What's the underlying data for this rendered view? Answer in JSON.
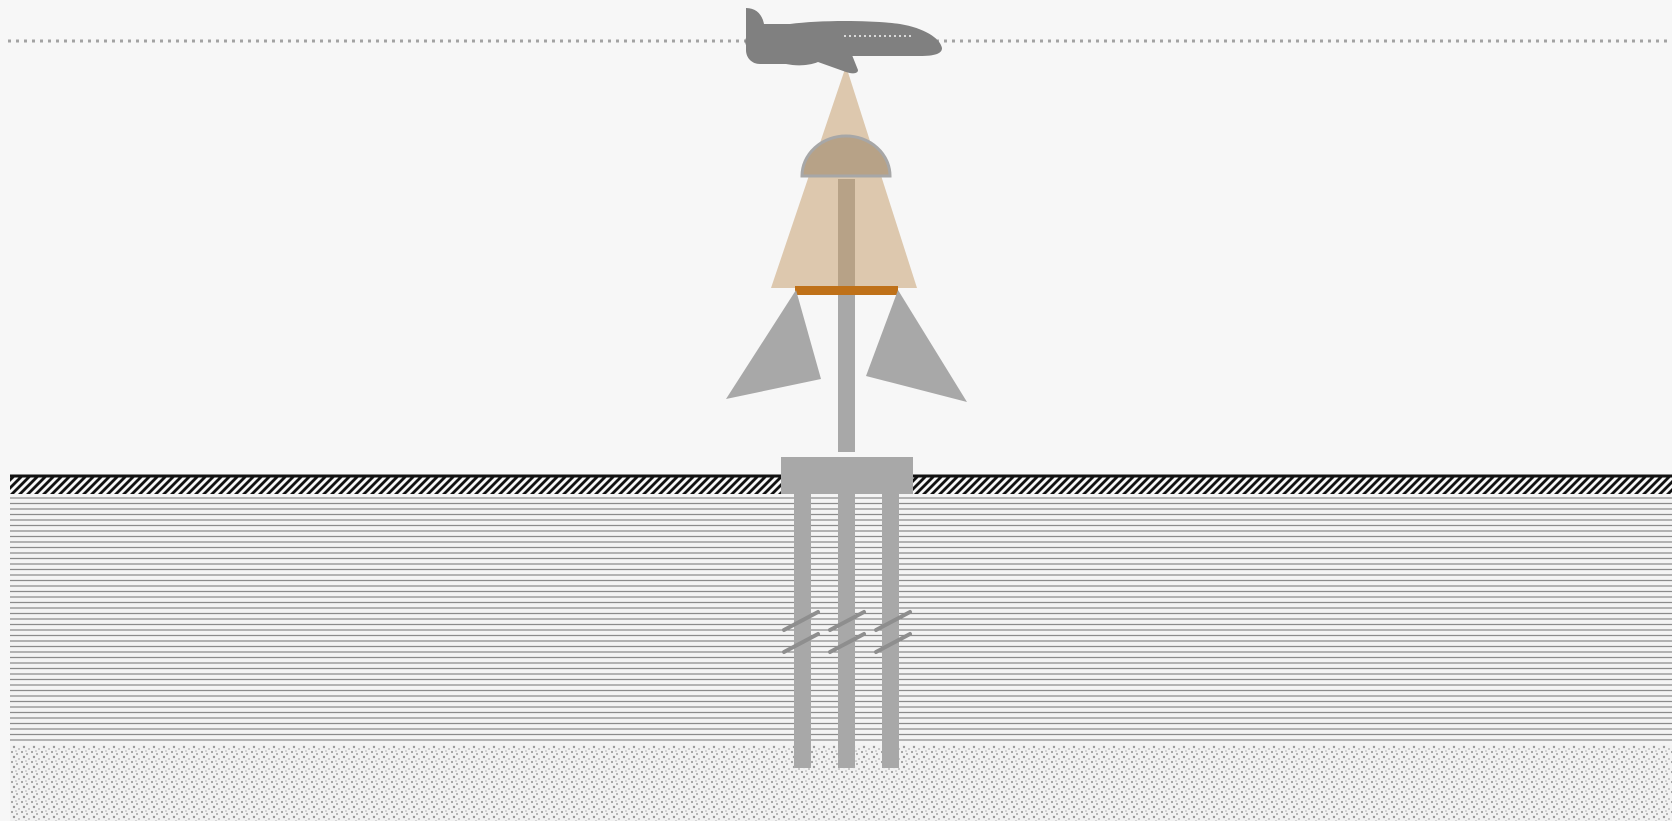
{
  "diagram": {
    "colors": {
      "background": "#f7f7f7",
      "structure": "#a8a8a8",
      "aircraft": "#808080",
      "beam_cone": "#ddc8ae",
      "antenna_shadow": "#b7a287",
      "platform": "#bf7119",
      "ground_line": "#111111",
      "soil_lines": "#8c8c8c",
      "gravel": "#9e9e9e",
      "dotted_line": "#a3a3a3"
    },
    "elements": {
      "aircraft": "aircraft-silhouette",
      "beam": "radar-beam-cone",
      "antenna": "dome-antenna",
      "mast": "vertical-mast",
      "reflectors": [
        "left-reflector-panel",
        "right-reflector-panel"
      ],
      "foundation": "concrete-pile-cap",
      "piles": 3,
      "soil_layers": [
        "hatched-surface",
        "layered-clay",
        "gravel-bedrock"
      ]
    }
  }
}
